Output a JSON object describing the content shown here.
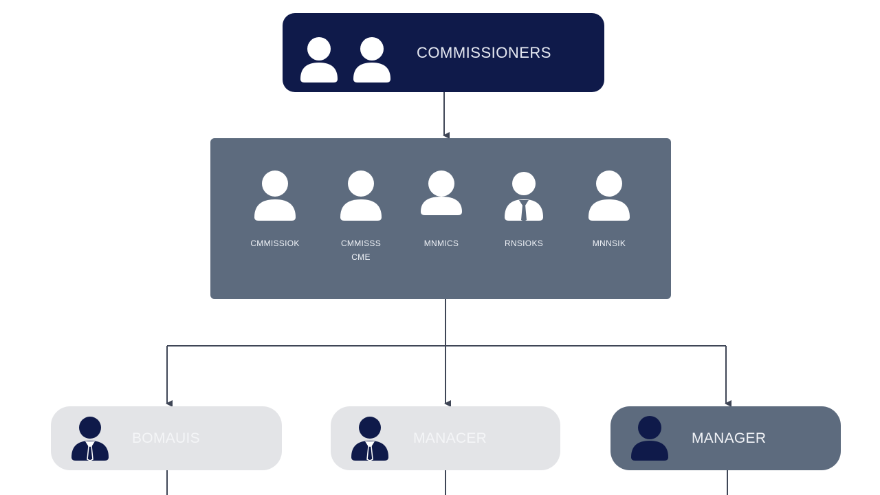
{
  "top": {
    "title": "COMMISSIONERS",
    "icons": [
      "person-icon",
      "person-icon"
    ]
  },
  "board": {
    "members": [
      {
        "label_lines": [
          "CMMISSIOK",
          ""
        ],
        "icon": "person-icon"
      },
      {
        "label_lines": [
          "CMMISSS",
          "CME"
        ],
        "icon": "person-icon"
      },
      {
        "label_lines": [
          "MNMICS",
          ""
        ],
        "icon": "person-icon"
      },
      {
        "label_lines": [
          "RNSIOKS",
          ""
        ],
        "icon": "person-tie-icon"
      },
      {
        "label_lines": [
          "MNNSIK",
          ""
        ],
        "icon": "person-icon"
      }
    ]
  },
  "managers": [
    {
      "label": "BOMAUIS",
      "icon": "person-tie-icon",
      "style": "light"
    },
    {
      "label": "MANACER",
      "icon": "person-tie-icon",
      "style": "light"
    },
    {
      "label": "MANAGER",
      "icon": "person-icon",
      "style": "dark"
    }
  ],
  "colors": {
    "top_box": "#0f1a4a",
    "board_box": "#5d6b7e",
    "pill_light": "#e3e4e7",
    "pill_dark": "#5d6b7e",
    "icon_navy": "#0f1a4a",
    "connector": "#3f4656"
  }
}
